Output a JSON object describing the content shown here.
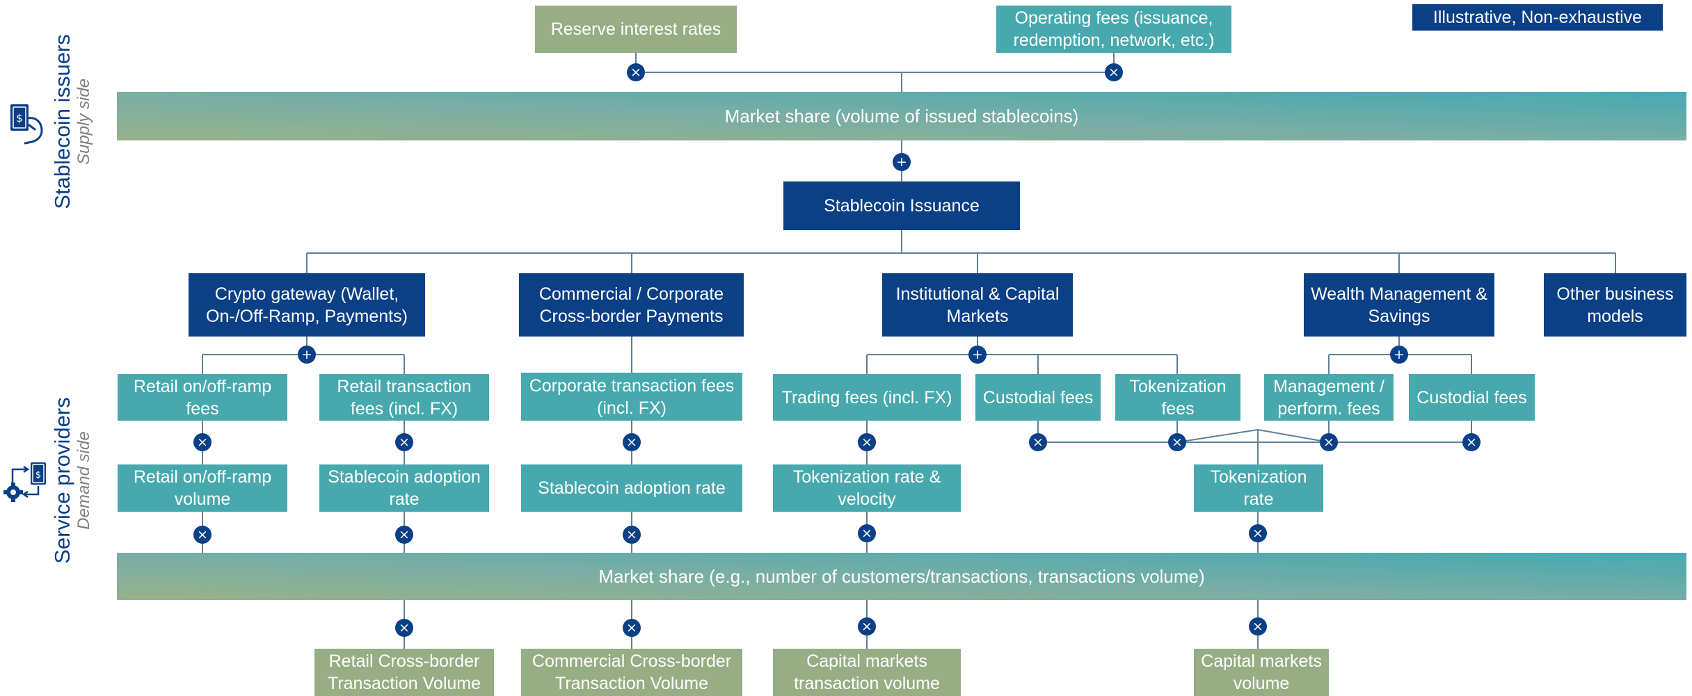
{
  "badge": "Illustrative, Non-exhaustive",
  "supply_side": {
    "title": "Stablecoin issuers",
    "subtitle": "Supply side"
  },
  "demand_side": {
    "title": "Service providers",
    "subtitle": "Demand side"
  },
  "top": {
    "reserve_interest_rates": "Reserve interest rates",
    "operating_fees": "Operating fees (issuance, redemption, network, etc.)",
    "issuer_market_share": "Market share (volume of issued stablecoins)",
    "stablecoin_issuance": "Stablecoin Issuance"
  },
  "business_models": {
    "crypto_gateway": "Crypto gateway (Wallet, On-/Off-Ramp, Payments)",
    "commercial_payments": "Commercial / Corporate Cross-border Payments",
    "institutional": "Institutional & Capital Markets",
    "wealth": "Wealth Management & Savings",
    "other": "Other business models"
  },
  "fees": {
    "retail_ramp_fees": "Retail on/off-ramp fees",
    "retail_tx_fees": "Retail transaction fees (incl. FX)",
    "corporate_tx_fees": "Corporate transaction fees (incl. FX)",
    "trading_fees": "Trading fees (incl. FX)",
    "custodial_fees_inst": "Custodial fees",
    "tokenization_fees": "Tokenization fees",
    "management_fees": "Management / perform. fees",
    "custodial_fees_wealth": "Custodial fees"
  },
  "drivers": {
    "retail_ramp_volume": "Retail on/off-ramp volume",
    "stablecoin_adoption_retail": "Stablecoin adoption rate",
    "stablecoin_adoption_corporate": "Stablecoin adoption rate",
    "tokenization_rate_velocity": "Tokenization rate & velocity",
    "tokenization_rate": "Tokenization rate"
  },
  "provider_market_share": "Market share (e.g., number of customers/transactions, transactions volume)",
  "volumes": {
    "retail_cross_border": "Retail Cross-border Transaction Volume",
    "commercial_cross_border": "Commercial Cross-border Transaction Volume",
    "capital_markets_tx_volume": "Capital markets transaction volume",
    "capital_markets_volume": "Capital markets volume"
  },
  "operators": {
    "multiply": "×",
    "add": "+"
  },
  "colors": {
    "navy": "#0b3f86",
    "teal": "#47a9ad",
    "green": "#97ad84",
    "line": "#5f7f97",
    "subtitle_gray": "#7f7f7f"
  },
  "icons": {
    "supply": "hand-holding-dollar-note-icon",
    "demand": "gear-exchange-dollar-note-icon"
  }
}
